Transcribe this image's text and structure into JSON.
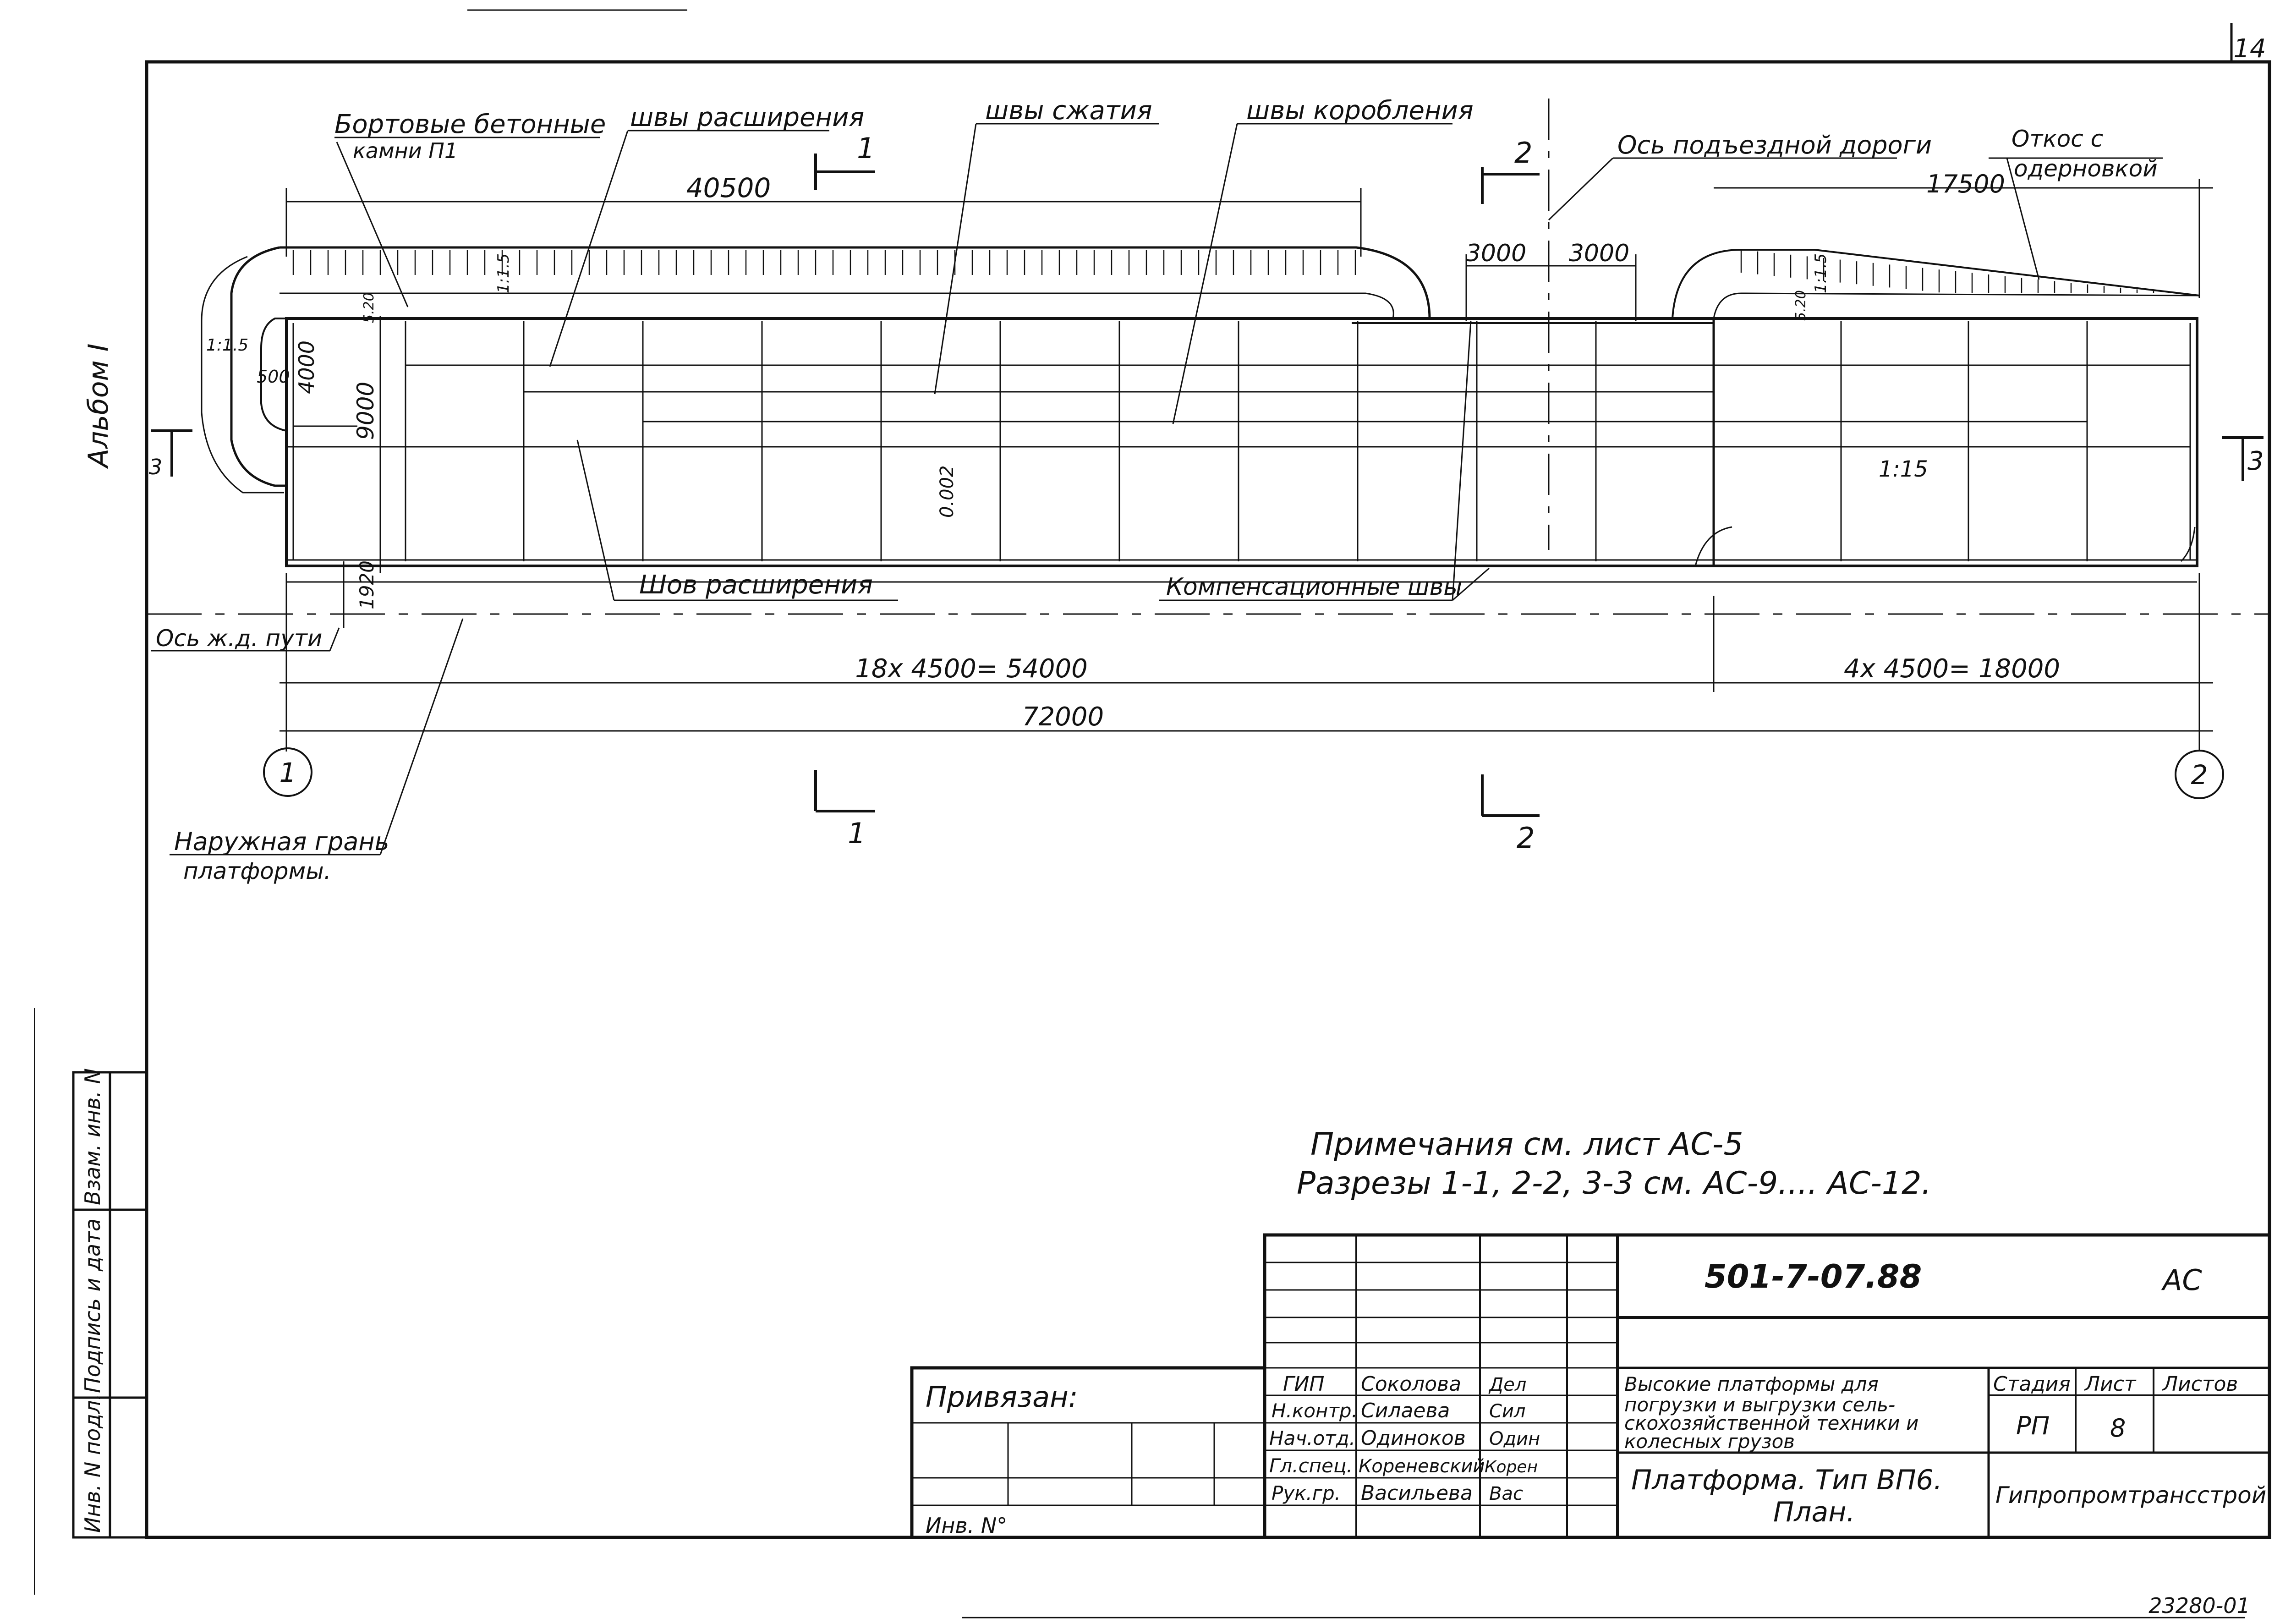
{
  "sheet_number": "14",
  "album_label": "Альбом I",
  "archive_number": "23280-01",
  "labels": {
    "curb_stones_line1": "Бортовые бетонные",
    "curb_stones_line2": "камни П1",
    "expansion_joints": "швы расширения",
    "compression_joints": "швы сжатия",
    "warping_joints": "швы коробления",
    "access_road_axis": "Ось подъездной дороги",
    "slope_line1": "Откос с",
    "slope_line2": "одерновкой",
    "expansion_joint_single": "Шов расширения",
    "compensation_joints": "Компенсационные швы",
    "rail_axis": "Ось ж.д. пути",
    "outer_edge_line1": "Наружная грань",
    "outer_edge_line2": "платформы."
  },
  "dimensions": {
    "d40500": "40500",
    "d17500": "17500",
    "d3000a": "3000",
    "d3000b": "3000",
    "d9000": "9000",
    "d4000": "4000",
    "d500": "500",
    "d1920": "1920",
    "slope_left": "1:1.5",
    "slope_top": "1:1.5",
    "slope_right": "1:1.5",
    "h520a": "5.20",
    "h520b": "5.20",
    "grade": "0.002",
    "ramp": "1:15",
    "span_left": "18x 4500= 54000",
    "span_right": "4x 4500= 18000",
    "overall": "72000"
  },
  "section_marks": {
    "s1": "1",
    "s2": "2",
    "s3": "3"
  },
  "axes": {
    "a1": "1",
    "a2": "2"
  },
  "notes": {
    "line1": "Примечания см. лист АС-5",
    "line2": "Разрезы 1-1, 2-2, 3-3 см. АС-9.... АС-12."
  },
  "side_stamp": {
    "inv_orig": "Инв. N подл.",
    "sign_date": "Подпись и дата",
    "inv_repl": "Взам. инв. N"
  },
  "title_block": {
    "doc_code": "501-7-07.88",
    "doc_mark": "АС",
    "bound_to": "Привязан:",
    "inv_no": "Инв. N°",
    "staff": [
      {
        "role": "ГИП",
        "name": "Соколова",
        "sign": "Дел"
      },
      {
        "role": "Н.контр.",
        "name": "Силаева",
        "sign": "Сил"
      },
      {
        "role": "Нач.отд.",
        "name": "Одиноков",
        "sign": "Один"
      },
      {
        "role": "Гл.спец.",
        "name": "Кореневский",
        "sign": "Корен"
      },
      {
        "role": "Рук.гр.",
        "name": "Васильева",
        "sign": "Вас"
      }
    ],
    "project_title_1": "Высокие платформы для",
    "project_title_2": "погрузки и выгрузки сель-",
    "project_title_3": "скохозяйственной техники и",
    "project_title_4": "колесных грузов",
    "stage_label": "Стадия",
    "sheet_label": "Лист",
    "sheets_label": "Листов",
    "stage_value": "РП",
    "sheet_value": "8",
    "sheets_value": "",
    "drawing_title_1": "Платформа. Тип ВП6.",
    "drawing_title_2": "План.",
    "organization": "Гипропромтрансстрой"
  }
}
